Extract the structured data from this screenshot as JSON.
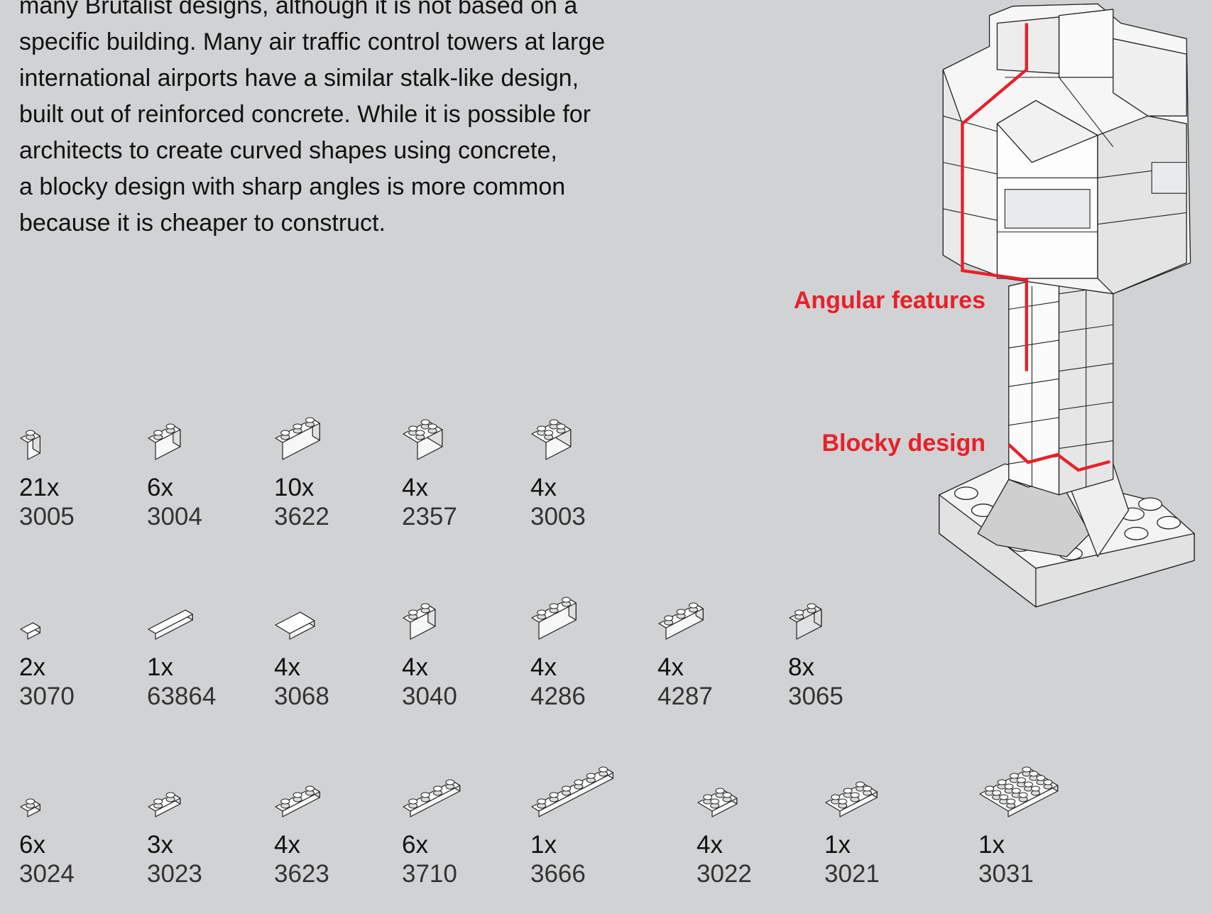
{
  "paragraph": [
    "many Brutalist designs, although it is not based on a",
    "specific building. Many air traffic control towers at large",
    "international airports have a similar stalk-like design,",
    "built out of reinforced concrete. While it is possible for",
    "architects to create curved shapes using concrete,",
    "a blocky design with sharp angles is more common",
    "because it is cheaper to construct."
  ],
  "callouts": {
    "angular": "Angular features",
    "blocky": "Blocky design"
  },
  "accent_color": "#e8202a",
  "parts_rows": [
    [
      {
        "qty": "21x",
        "id": "3005",
        "icon": "brick-1x1-icon"
      },
      {
        "qty": "6x",
        "id": "3004",
        "icon": "brick-1x2-icon"
      },
      {
        "qty": "10x",
        "id": "3622",
        "icon": "brick-1x3-icon"
      },
      {
        "qty": "4x",
        "id": "2357",
        "icon": "brick-corner-icon"
      },
      {
        "qty": "4x",
        "id": "3003",
        "icon": "brick-2x2-icon"
      }
    ],
    [
      {
        "qty": "2x",
        "id": "3070",
        "icon": "tile-1x1-icon"
      },
      {
        "qty": "1x",
        "id": "63864",
        "icon": "tile-1x3-icon"
      },
      {
        "qty": "4x",
        "id": "3068",
        "icon": "tile-2x2-icon"
      },
      {
        "qty": "4x",
        "id": "3040",
        "icon": "slope-1x2-icon"
      },
      {
        "qty": "4x",
        "id": "4286",
        "icon": "slope-1x3-icon"
      },
      {
        "qty": "4x",
        "id": "4287",
        "icon": "inverted-slope-icon"
      },
      {
        "qty": "8x",
        "id": "3065",
        "icon": "transparent-brick-icon"
      }
    ],
    [
      {
        "qty": "6x",
        "id": "3024",
        "icon": "plate-1x1-icon"
      },
      {
        "qty": "3x",
        "id": "3023",
        "icon": "plate-1x2-icon"
      },
      {
        "qty": "4x",
        "id": "3623",
        "icon": "plate-1x3-icon"
      },
      {
        "qty": "6x",
        "id": "3710",
        "icon": "plate-1x4-icon"
      },
      {
        "qty": "1x",
        "id": "3666",
        "icon": "plate-1x6-icon"
      },
      {
        "qty": "4x",
        "id": "3022",
        "icon": "plate-2x2-icon"
      },
      {
        "qty": "1x",
        "id": "3021",
        "icon": "plate-2x3-icon"
      },
      {
        "qty": "1x",
        "id": "3031",
        "icon": "plate-4x4-icon"
      }
    ]
  ]
}
